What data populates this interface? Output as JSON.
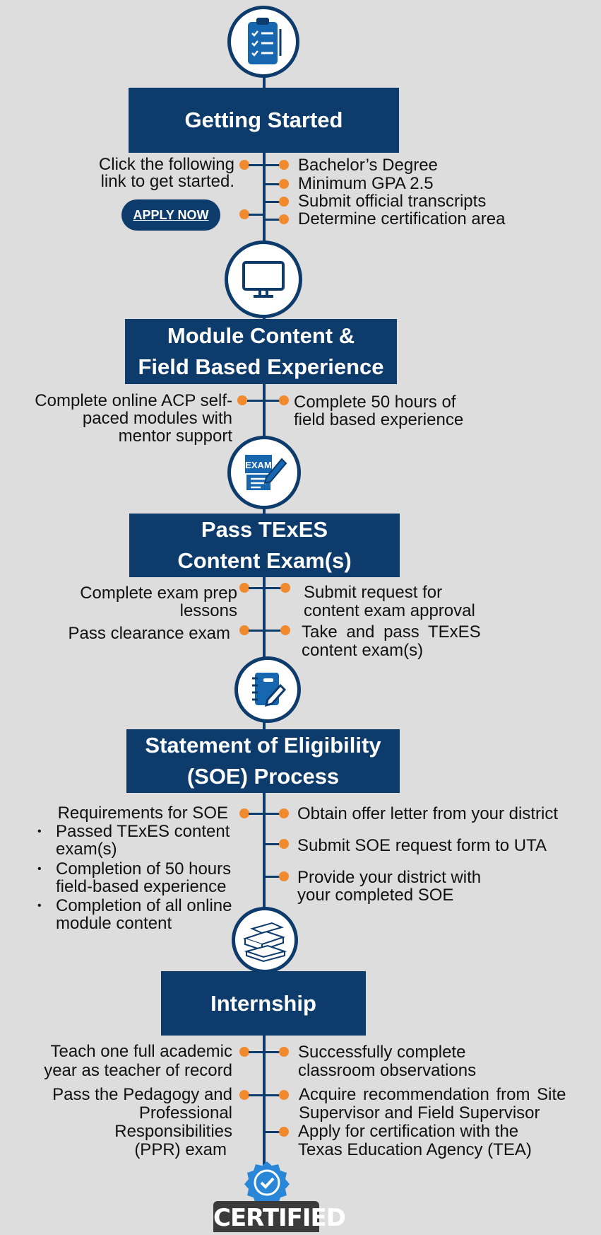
{
  "steps": {
    "getting_started": {
      "title": "Getting Started",
      "left": [
        "Click the following",
        "link to get started."
      ],
      "button": "APPLY NOW",
      "right": [
        "Bachelor’s Degree",
        "Minimum GPA 2.5",
        "Submit official transcripts",
        "Determine certification area"
      ]
    },
    "module": {
      "title": [
        "Module Content &",
        "Field Based Experience"
      ],
      "left": [
        "Complete online ACP self-",
        "paced modules with",
        "mentor support"
      ],
      "right": [
        "Complete 50 hours of",
        "field based experience"
      ]
    },
    "exam": {
      "title": [
        "Pass TExES",
        "Content Exam(s)"
      ],
      "icon_label": "EXAM",
      "left1": [
        "Complete exam prep",
        "lessons"
      ],
      "left2": "Pass clearance exam",
      "right1": [
        "Submit request for",
        "content exam approval"
      ],
      "right2": [
        "Take and pass TExES",
        "content exam(s)"
      ]
    },
    "soe": {
      "title": [
        "Statement of Eligibility",
        "(SOE) Process"
      ],
      "req_heading": "Requirements for SOE",
      "bullets": [
        [
          "Passed TExES content",
          "exam(s)"
        ],
        [
          "Completion of 50 hours",
          "field-based experience"
        ],
        [
          "Completion of all online",
          "module content"
        ]
      ],
      "right": [
        "Obtain offer letter from your district",
        "Submit SOE request form to UTA",
        [
          "Provide your district with",
          "your completed SOE"
        ]
      ]
    },
    "internship": {
      "title": "Internship",
      "left1": [
        "Teach one full academic",
        "year as teacher of record"
      ],
      "left2": [
        "Pass the Pedagogy and",
        "Professional",
        "Responsibilities",
        "(PPR) exam"
      ],
      "right1": [
        "Successfully complete",
        "classroom observations"
      ],
      "right2": [
        "Acquire recommendation from Site",
        "Supervisor and Field Supervisor"
      ],
      "right3": [
        "Apply for certification with the",
        "Texas Education Agency (TEA)"
      ]
    }
  },
  "badge": "CERTIFIED",
  "colors": {
    "navy": "#0d3b6b",
    "orange": "#f08a2c",
    "background": "#dddddd"
  },
  "icons": [
    "clipboard-checklist-icon",
    "monitor-icon",
    "exam-pencil-icon",
    "notebook-pencil-icon",
    "books-stack-icon",
    "verified-check-badge-icon"
  ]
}
